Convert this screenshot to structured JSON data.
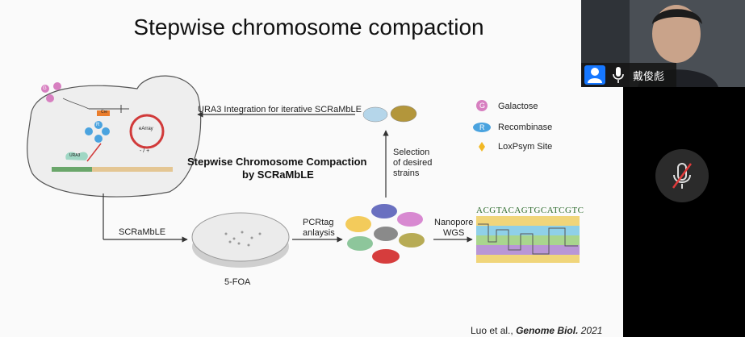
{
  "slide": {
    "title": "Stepwise chromosome compaction",
    "center_heading_line1": "Stepwise Chromosome Compaction",
    "center_heading_line2": "by SCRaMbLE",
    "ura3_label": "URA3 Integration for iterative SCRaMbLE",
    "selection_line1": "Selection",
    "selection_line2": "of desired",
    "selection_line3": "strains",
    "scramble_label": "SCRaMbLE",
    "plate_label": "5-FOA",
    "pcrtag_line1": "PCRtag",
    "pcrtag_line2": "anlaysis",
    "nanopore_line1": "Nanopore",
    "nanopore_line2": "WGS",
    "sequence": "ACGTACAGTGCATCGTC",
    "citation_authors": "Luo et al.,",
    "citation_journal": "Genome Biol.",
    "citation_year": "2021",
    "cell_cre": "Cre",
    "cell_earray": "eArray",
    "cell_pm": "- / +",
    "cell_ura3": "URA3",
    "cell_r": "R",
    "cell_g": "G"
  },
  "legend": [
    {
      "symbol": "G",
      "label": "Galactose",
      "color": "#d77fc0"
    },
    {
      "symbol": "R",
      "label": "Recombinase",
      "color": "#4aa3df"
    },
    {
      "symbol": "",
      "label": "LoxPsym Site",
      "color": "#f2b824"
    }
  ],
  "call": {
    "user_name": "戴俊彪",
    "camera": "avatar-icon",
    "mic": "microphone-icon",
    "muted_mic": "muted-microphone-icon"
  }
}
